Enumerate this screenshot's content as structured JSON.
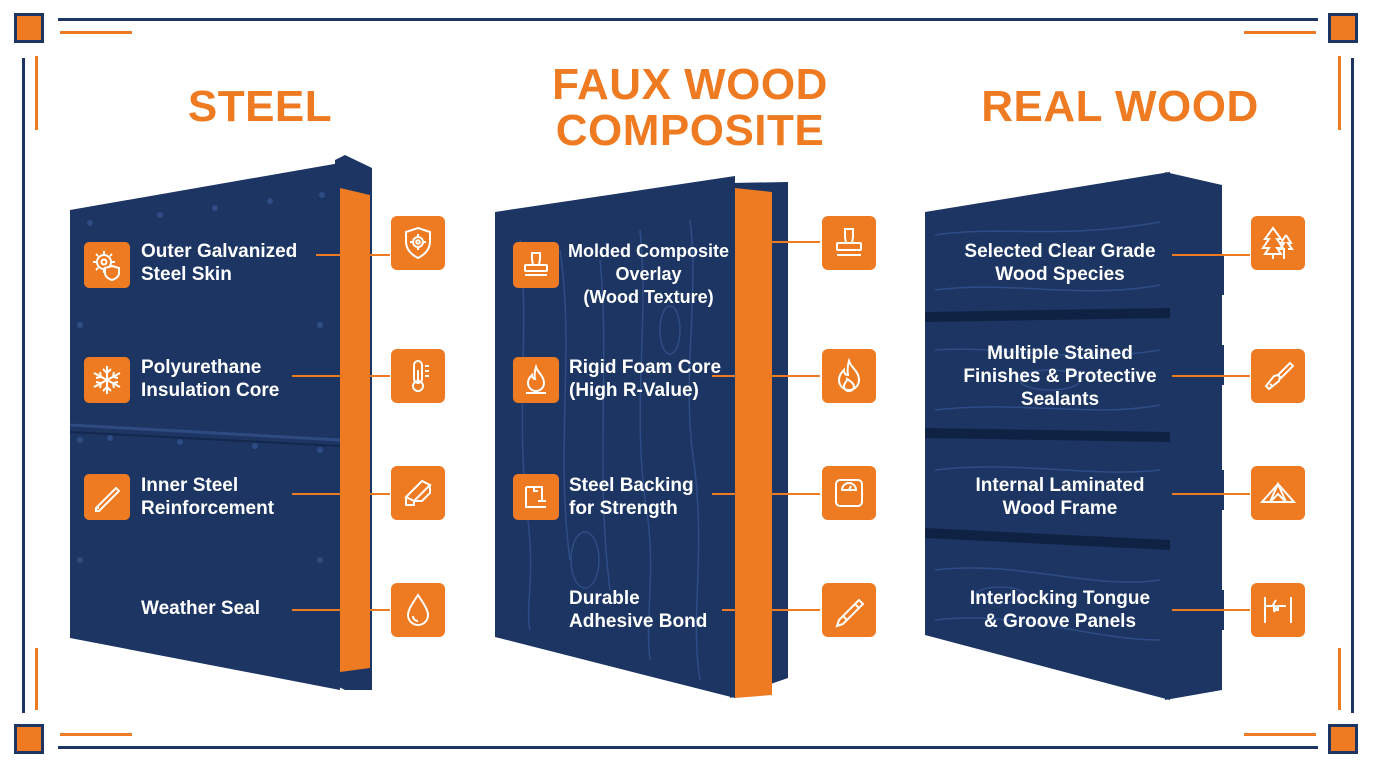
{
  "colors": {
    "navy": "#1c3563",
    "orange": "#ee7a22",
    "background": "#ffffff"
  },
  "columns": [
    {
      "title_lines": [
        "STEEL"
      ],
      "features": [
        {
          "lines": [
            "Outer Galvanized",
            "Steel Skin"
          ],
          "inner_icon": "gear-shield-icon",
          "outer_icon": "shield-gear-icon"
        },
        {
          "lines": [
            "Polyurethane",
            "Insulation Core"
          ],
          "inner_icon": "snowflake-icon",
          "outer_icon": "thermometer-icon"
        },
        {
          "lines": [
            "Inner Steel",
            "Reinforcement"
          ],
          "inner_icon": "steel-bar-icon",
          "outer_icon": "steel-beam-icon"
        },
        {
          "lines": [
            "Weather Seal"
          ],
          "inner_icon": "",
          "outer_icon": "water-drop-icon"
        }
      ]
    },
    {
      "title_lines": [
        "FAUX WOOD",
        "COMPOSITE"
      ],
      "features": [
        {
          "lines": [
            "Molded Composite",
            "Overlay",
            "(Wood Texture)"
          ],
          "inner_icon": "stamp-icon",
          "outer_icon": "stamp-icon"
        },
        {
          "lines": [
            "Rigid Foam Core",
            "(High R-Value)"
          ],
          "inner_icon": "flame-icon",
          "outer_icon": "flame-icon"
        },
        {
          "lines": [
            "Steel Backing",
            "for Strength"
          ],
          "inner_icon": "clamp-icon",
          "outer_icon": "weight-icon"
        },
        {
          "lines": [
            "Durable",
            "Adhesive Bond"
          ],
          "inner_icon": "",
          "outer_icon": "glue-tube-icon"
        }
      ]
    },
    {
      "title_lines": [
        "REAL WOOD"
      ],
      "features": [
        {
          "lines": [
            "Selected Clear Grade",
            "Wood Species"
          ],
          "inner_icon": "",
          "outer_icon": "pine-trees-icon"
        },
        {
          "lines": [
            "Multiple Stained",
            "Finishes & Protective",
            "Sealants"
          ],
          "inner_icon": "",
          "outer_icon": "paint-brush-icon"
        },
        {
          "lines": [
            "Internal Laminated",
            "Wood Frame"
          ],
          "inner_icon": "",
          "outer_icon": "truss-frame-icon"
        },
        {
          "lines": [
            "Interlocking Tongue",
            "& Groove Panels"
          ],
          "inner_icon": "",
          "outer_icon": "tongue-groove-icon"
        }
      ]
    }
  ]
}
